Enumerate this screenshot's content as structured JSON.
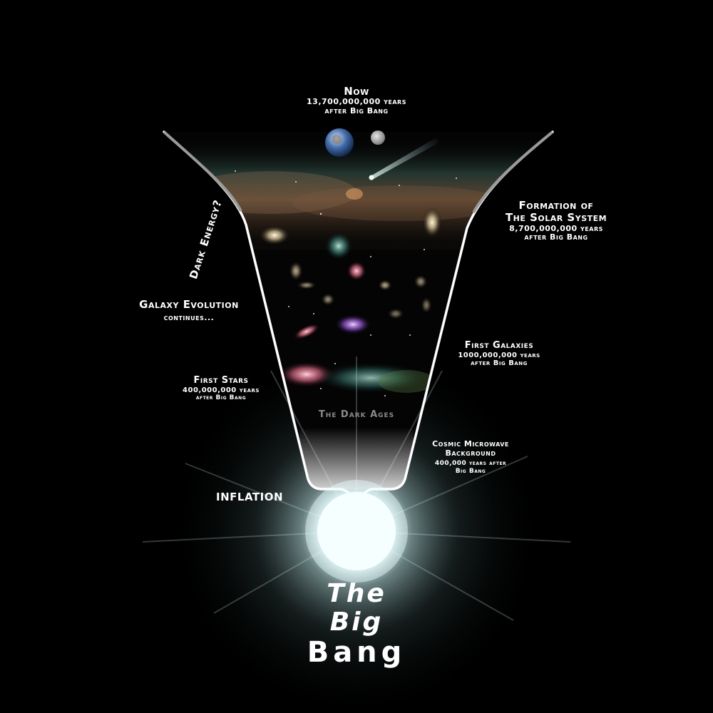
{
  "diagram": {
    "title": {
      "line1": "The",
      "line2": "Big",
      "line3": "Bang"
    },
    "stages": {
      "now": {
        "title": "Now",
        "time": "13,700,000,000 years",
        "suffix": "after Big Bang"
      },
      "solar_system": {
        "title_line1": "Formation of",
        "title_line2": "The Solar System",
        "time": "8,700,000,000 years",
        "suffix": "after Big Bang"
      },
      "galaxy_evolution": {
        "title": "Galaxy Evolution",
        "suffix": "continues..."
      },
      "first_galaxies": {
        "title": "First Galaxies",
        "time": "1000,000,000 years",
        "suffix": "after Big Bang"
      },
      "first_stars": {
        "title": "First Stars",
        "time": "400,000,000 years",
        "suffix": "after Big Bang"
      },
      "cmb": {
        "title_line1": "Cosmic Microwave",
        "title_line2": "Background",
        "time": "400,000 years after",
        "suffix": "Big Bang"
      },
      "dark_ages": "The Dark Ages",
      "inflation": "INFLATION",
      "dark_energy": "Dark Energy?"
    },
    "imagery": [
      "earth-icon",
      "moon-icon",
      "comet-icon",
      "nebula",
      "spiral-galaxies",
      "early-galaxies",
      "first-stars-cluster",
      "big-bang-flare"
    ],
    "colors": {
      "background": "#000000",
      "funnel_outline": "#ffffff",
      "text": "#ffffff",
      "dark_ages_text": "#8a8a8a",
      "glow": "#e8ffff"
    }
  }
}
